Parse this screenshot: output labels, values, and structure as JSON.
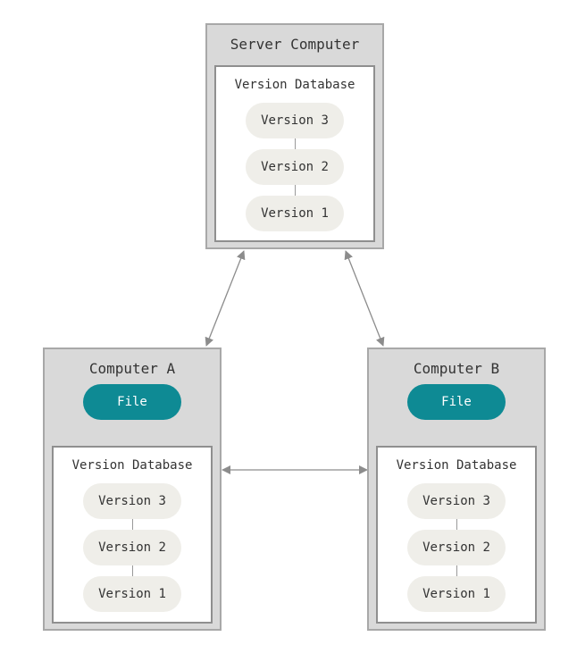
{
  "server": {
    "title": "Server Computer",
    "database": {
      "title": "Version Database",
      "versions": [
        "Version 3",
        "Version 2",
        "Version 1"
      ]
    }
  },
  "computer_a": {
    "title": "Computer A",
    "file_label": "File",
    "database": {
      "title": "Version Database",
      "versions": [
        "Version 3",
        "Version 2",
        "Version 1"
      ]
    }
  },
  "computer_b": {
    "title": "Computer B",
    "file_label": "File",
    "database": {
      "title": "Version Database",
      "versions": [
        "Version 3",
        "Version 2",
        "Version 1"
      ]
    }
  },
  "colors": {
    "computer_fill": "#d9d9d9",
    "computer_border": "#a8a8a8",
    "version_fill": "#efeee9",
    "file_fill": "#0e8a94",
    "arrow": "#8c8c8c"
  }
}
